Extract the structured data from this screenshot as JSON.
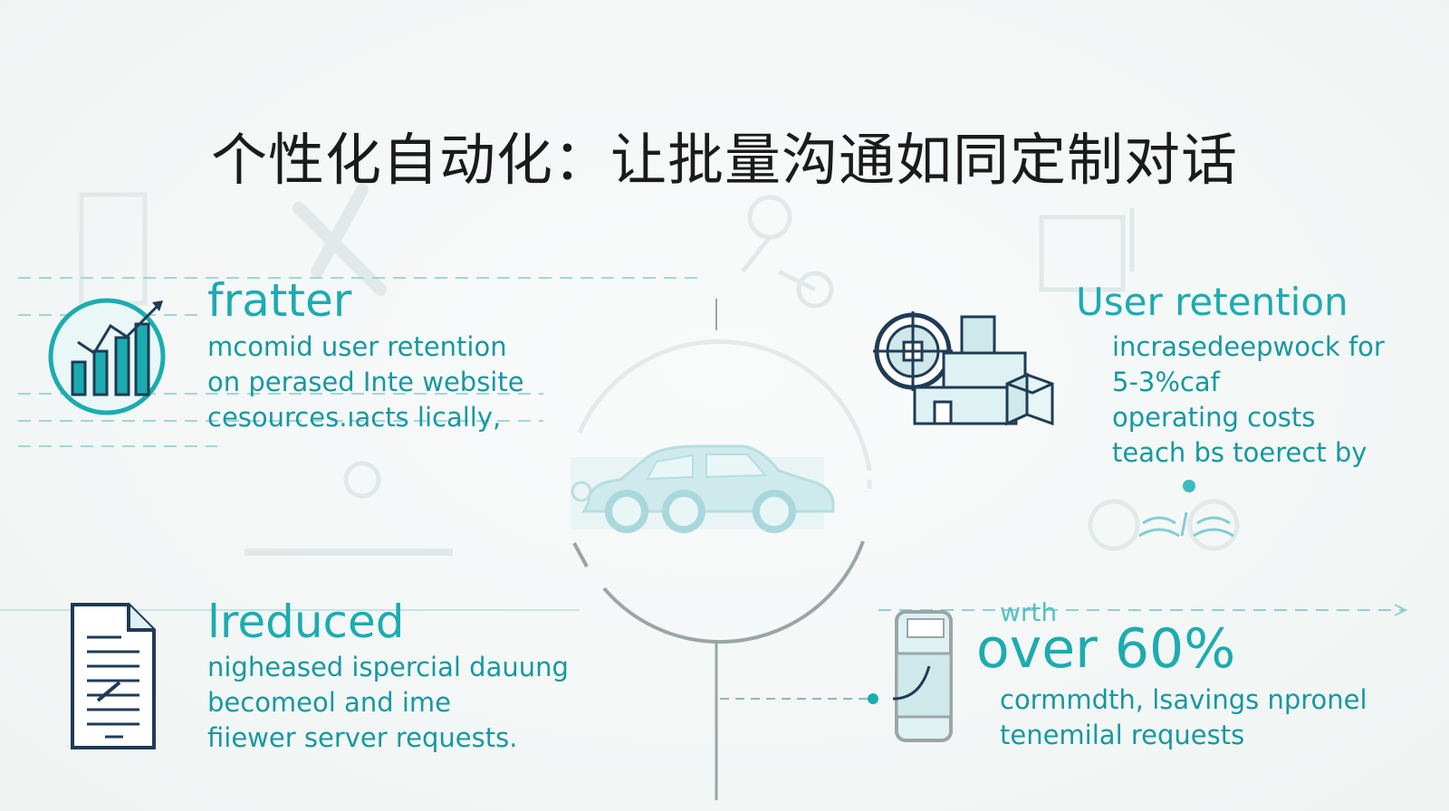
{
  "title": "个性化自动化：让批量沟通如同定制对话",
  "panels": {
    "top_left": {
      "heading": "fratter",
      "lines": [
        "mcomid user retention",
        "on perased Inte website",
        "cesources.ıacts lically,"
      ]
    },
    "top_right": {
      "heading": "User retention",
      "lines": [
        "incrasedeepwock for",
        "5-3%caf",
        "operating costs",
        "teach bs toerect by"
      ]
    },
    "bottom_left": {
      "heading": "lreduced",
      "lines": [
        "nigheased ispercial dauung",
        "becomeol and ime",
        "fiiewer server requests."
      ]
    },
    "bottom_right": {
      "small_label": "wrth",
      "heading": "over 60%",
      "lines": [
        "cormmdth, lsavings npronel",
        "tenemilal requests"
      ]
    }
  },
  "icons": {
    "top_left": "growth-chart-icon",
    "top_right": "factory-gear-icon",
    "bottom_left": "document-icon",
    "bottom_right": "mobile-phone-icon",
    "center": "car-icon"
  },
  "colors": {
    "accent": "#1bacb0",
    "accent_light": "#bfe4e6",
    "dark_navy": "#1f3b56",
    "title": "#1b1b1b",
    "circle_gray": "#9aa6a6"
  }
}
